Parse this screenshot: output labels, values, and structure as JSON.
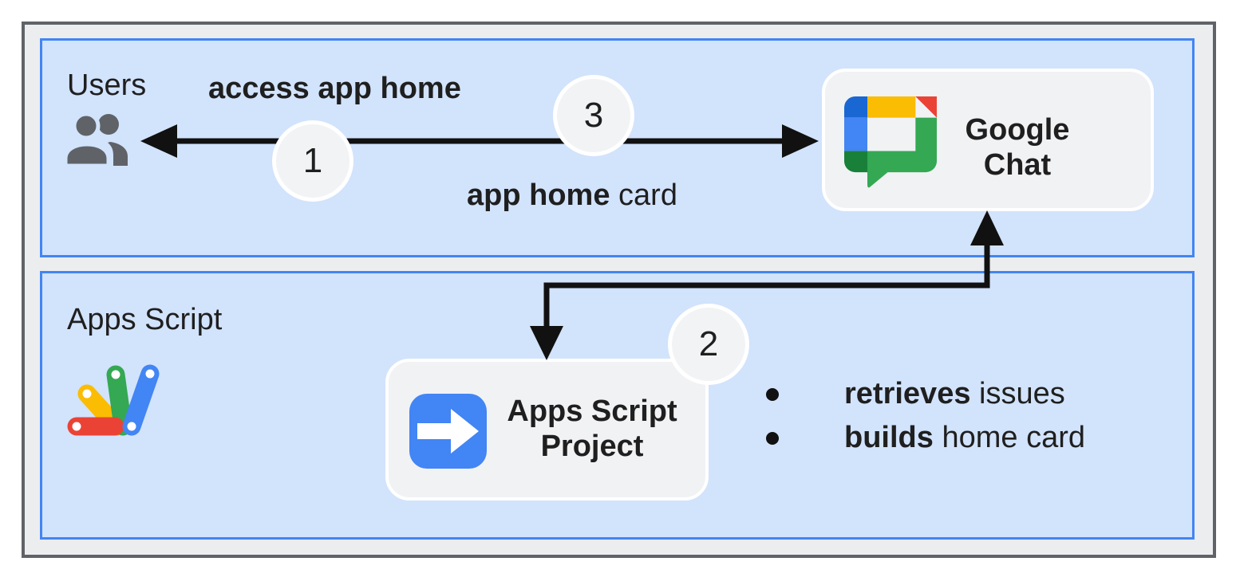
{
  "sections": {
    "users_label": "Users",
    "apps_script_label": "Apps Script"
  },
  "nodes": {
    "google_chat": {
      "line1": "Google",
      "line2": "Chat"
    },
    "project": {
      "line1": "Apps Script",
      "line2": "Project"
    }
  },
  "edge_labels": {
    "access": "access app home",
    "card_bold": "app home",
    "card_rest": "card"
  },
  "steps": {
    "s1": "1",
    "s2": "2",
    "s3": "3"
  },
  "bullets": [
    {
      "bold": "retrieves",
      "rest": "issues"
    },
    {
      "bold": "builds",
      "rest": "home card"
    }
  ],
  "icons": {
    "users": "people-icon",
    "google_chat": "google-chat-logo",
    "apps_script": "apps-script-logo",
    "project": "arrow-right-icon"
  },
  "colors": {
    "frame_border": "#5f6368",
    "frame_fill": "#ecedef",
    "section_border": "#4285f4",
    "section_fill": "#d2e3fc",
    "card_fill": "#f1f2f4",
    "card_border": "#ffffff",
    "badge_fill": "#f2f3f5",
    "arrow_color": "#111111",
    "text_color": "#1f1f1f",
    "icon_gray": "#5f6368",
    "google_blue": "#4285f4",
    "google_blue_dark": "#1967d2",
    "google_green": "#34a853",
    "google_green_dark": "#188038",
    "google_yellow": "#fbbc04",
    "google_red": "#ea4335"
  }
}
